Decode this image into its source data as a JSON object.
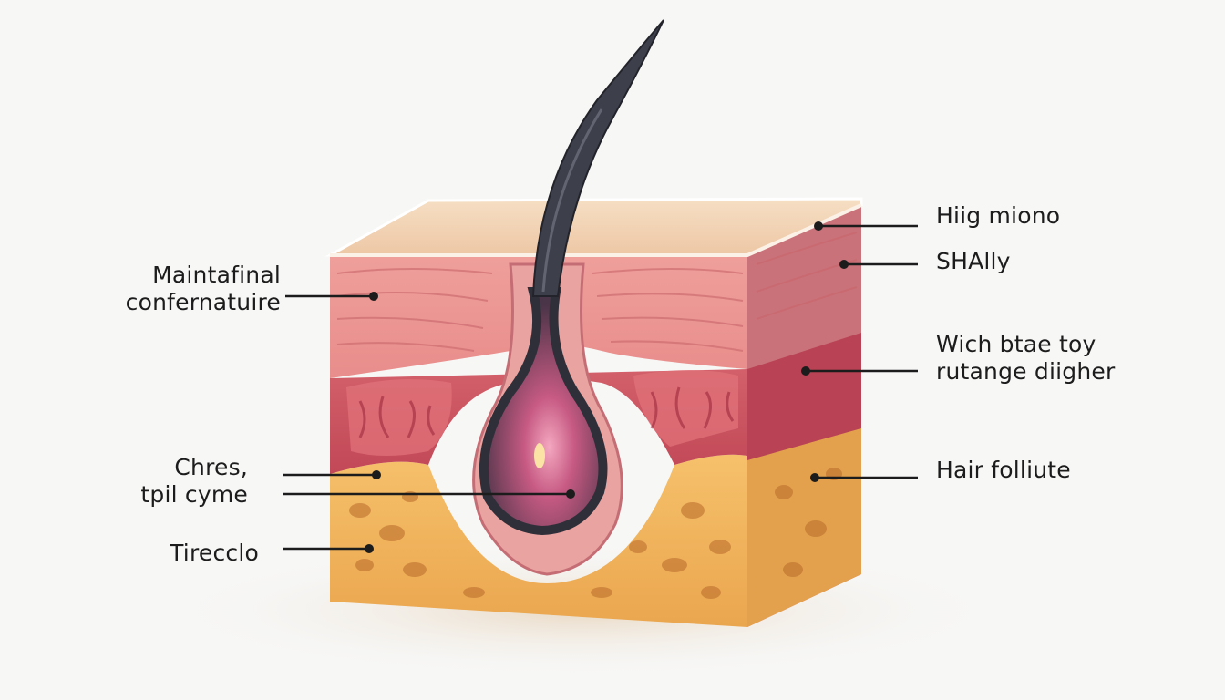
{
  "diagram": {
    "labels_left": [
      {
        "line1": "Maintafinal",
        "line2": "confernatuire"
      },
      {
        "line1": "Chres,",
        "line2": "tpil cyme"
      },
      {
        "line1": "Tirecclo",
        "line2": ""
      }
    ],
    "labels_right": [
      {
        "line1": "Hiig miono",
        "line2": ""
      },
      {
        "line1": "SHAlly",
        "line2": ""
      },
      {
        "line1": "Wich btae toy",
        "line2": "rutange diigher"
      },
      {
        "line1": "Hair folliute",
        "line2": ""
      }
    ],
    "colors": {
      "background": "#f7f7f6",
      "top_surface": "#f2d3b4",
      "epidermis": "#e89a96",
      "dermis": "#c9515d",
      "fat": "#f0b45a",
      "hair": "#3d3f4a",
      "bulb": "#b8506e"
    }
  }
}
